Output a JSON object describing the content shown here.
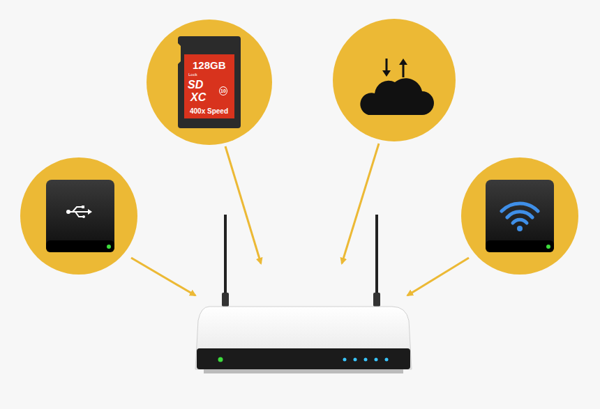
{
  "diagram": {
    "nodes": [
      {
        "text": [
          "128GB",
          "Lock",
          "SD",
          "XC",
          "10",
          "400x Speed"
        ]
      }
    ]
  }
}
